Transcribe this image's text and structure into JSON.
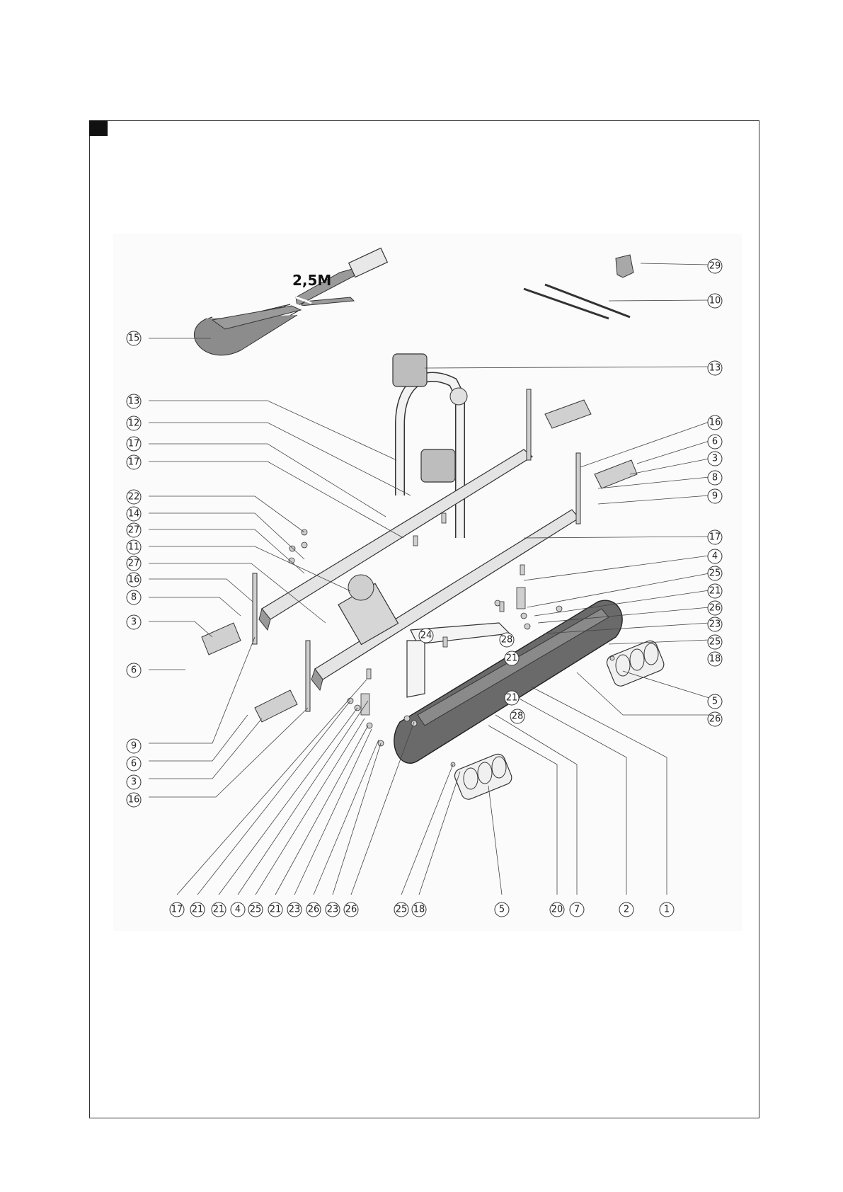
{
  "figure": {
    "strap_length_label": "2,5M",
    "callouts": {
      "c29": "29",
      "c10": "10",
      "c15": "15",
      "c13a": "13",
      "c13b": "13",
      "c12": "12",
      "c17a": "17",
      "c17b": "17",
      "c16r": "16",
      "c6r": "6",
      "c3r": "3",
      "c8r": "8",
      "c9r": "9",
      "c22": "22",
      "c14": "14",
      "c27a": "27",
      "c11": "11",
      "c27b": "27",
      "c16l": "16",
      "c8l": "8",
      "c3l": "3",
      "c6l": "6",
      "c17r": "17",
      "c4r": "4",
      "c25r": "25",
      "c21r": "21",
      "c26r": "26",
      "c23r": "23",
      "c25r2": "25",
      "c18r": "18",
      "c5r": "5",
      "c26r2": "26",
      "c24": "24",
      "c28a": "28",
      "c21m": "21",
      "c21m2": "21",
      "c28b": "28",
      "c9l": "9",
      "c6l2": "6",
      "c3l2": "3",
      "c16l2": "16"
    },
    "bottom_row": [
      "17",
      "21",
      "21",
      "4",
      "25",
      "21",
      "23",
      "26",
      "23",
      "26",
      "25",
      "18",
      "5",
      "20",
      "7",
      "2",
      "1"
    ]
  },
  "colors": {
    "frame": "#333333",
    "part_fill": "#d9d9d9",
    "part_dark": "#555555",
    "lamp_bar": "#6a6a6a",
    "leader": "#444444"
  },
  "icons": {
    "corner_block": "section-marker-square"
  }
}
